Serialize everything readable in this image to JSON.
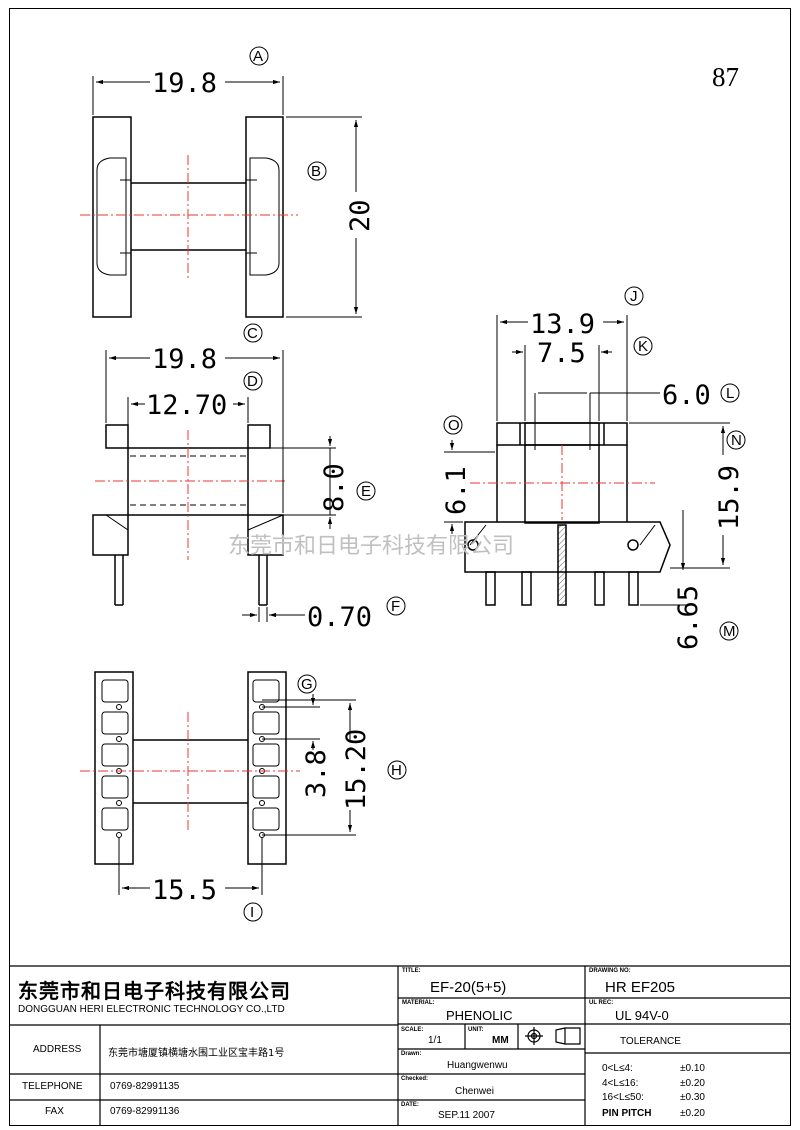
{
  "sheet_number": "87",
  "watermark": "东莞市和日电子科技有限公司",
  "dimensions": {
    "a": "19.8",
    "b": "20",
    "c": "19.8",
    "d": "12.70",
    "e": "8.0",
    "f": "0.70",
    "g": "3.8",
    "h": "15.20",
    "i": "15.5",
    "j": "13.9",
    "k": "7.5",
    "l": "6.0",
    "n": "15.9",
    "o": "6.1",
    "m": "6.65"
  },
  "refs": {
    "a": "A",
    "b": "B",
    "c": "C",
    "d": "D",
    "e": "E",
    "f": "F",
    "g": "G",
    "h": "H",
    "i": "I",
    "j": "J",
    "k": "K",
    "l": "L",
    "n": "N",
    "o": "O",
    "m": "M"
  },
  "title_block": {
    "company_cn": "东莞市和日电子科技有限公司",
    "company_en": "DONGGUAN HERI ELECTRONIC TECHNOLOGY CO.,LTD",
    "address_label": "ADDRESS",
    "address_value": "东莞市塘厦镇横塘水围工业区宝丰路1号",
    "telephone_label": "TELEPHONE",
    "telephone_value": "0769-82991135",
    "fax_label": "FAX",
    "fax_value": "0769-82991136",
    "title_label": "TITLE:",
    "title_value": "EF-20(5+5)",
    "drawing_no_label": "DRAWING NO:",
    "drawing_no_value": "HR EF205",
    "material_label": "MATERIAL:",
    "material_value": "PHENOLIC",
    "ul_label": "UL REC:",
    "ul_value": "UL  94V-0",
    "scale_label": "SCALE:",
    "scale_value": "1/1",
    "unit_label": "UNIT:",
    "unit_value": "MM",
    "tolerance_title": "TOLERANCE",
    "drawn_label": "Drawn:",
    "drawn_value": "Huangwenwu",
    "checked_label": "Checked:",
    "checked_value": "Chenwei",
    "date_label": "DATE:",
    "date_value": "SEP.11 2007",
    "tolerances": [
      {
        "range": "0<L≤4:",
        "value": "±0.10"
      },
      {
        "range": "4<L≤16:",
        "value": "±0.20"
      },
      {
        "range": "16<L≤50:",
        "value": "±0.30"
      },
      {
        "range": "PIN PITCH",
        "value": "±0.20"
      }
    ]
  }
}
